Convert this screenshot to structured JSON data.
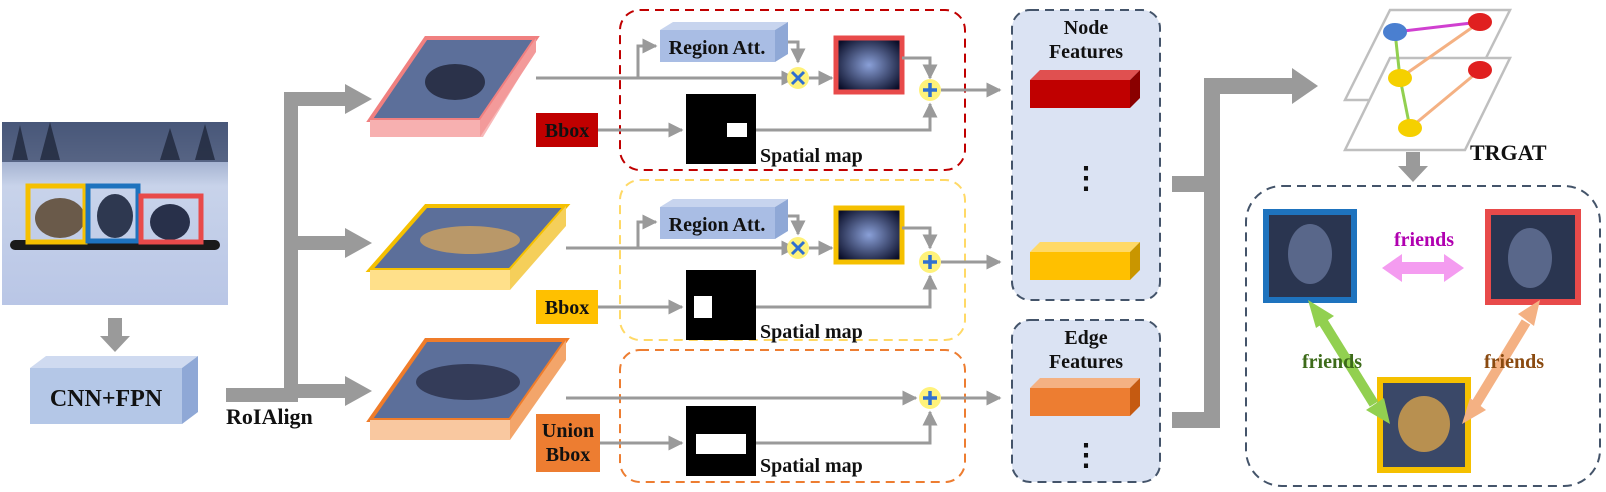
{
  "labels": {
    "cnn_fpn": "CNN+FPN",
    "roialign": "RoIAlign",
    "region_att": "Region Att.",
    "bbox": "Bbox",
    "union_bbox_1": "Union",
    "union_bbox_2": "Bbox",
    "spatial_map": "Spatial map",
    "node_features_1": "Node",
    "node_features_2": "Features",
    "edge_features_1": "Edge",
    "edge_features_2": "Features",
    "trgat": "TRGAT",
    "friends": "friends",
    "dots": "⋮"
  },
  "colors": {
    "person_red": "#e84a4a",
    "person_yellow": "#f5c000",
    "person_blue": "#1e73be",
    "union_orange": "#ef7c2a",
    "node_red": "#c00000",
    "node_yellow": "#ffc000",
    "edge_orange": "#ed7d31",
    "bbox_red": "#c00000",
    "bbox_yellow": "#ffc000",
    "bbox_orange": "#ed7d31",
    "rel_pink": "#f49cf0",
    "rel_green": "#92d050",
    "rel_peach": "#f4b183",
    "rel_pink_text": "#b000b0",
    "rel_green_text": "#3d6b1a",
    "rel_peach_text": "#8a4a10",
    "panel_blue": "#dbe3f3",
    "cnn_blue": "#b4c7e7",
    "plus_yellow": "#fff27a",
    "plus_blue": "#2f6fd0"
  },
  "icons": {
    "multiply": "multiply-icon",
    "plus": "plus-icon"
  }
}
